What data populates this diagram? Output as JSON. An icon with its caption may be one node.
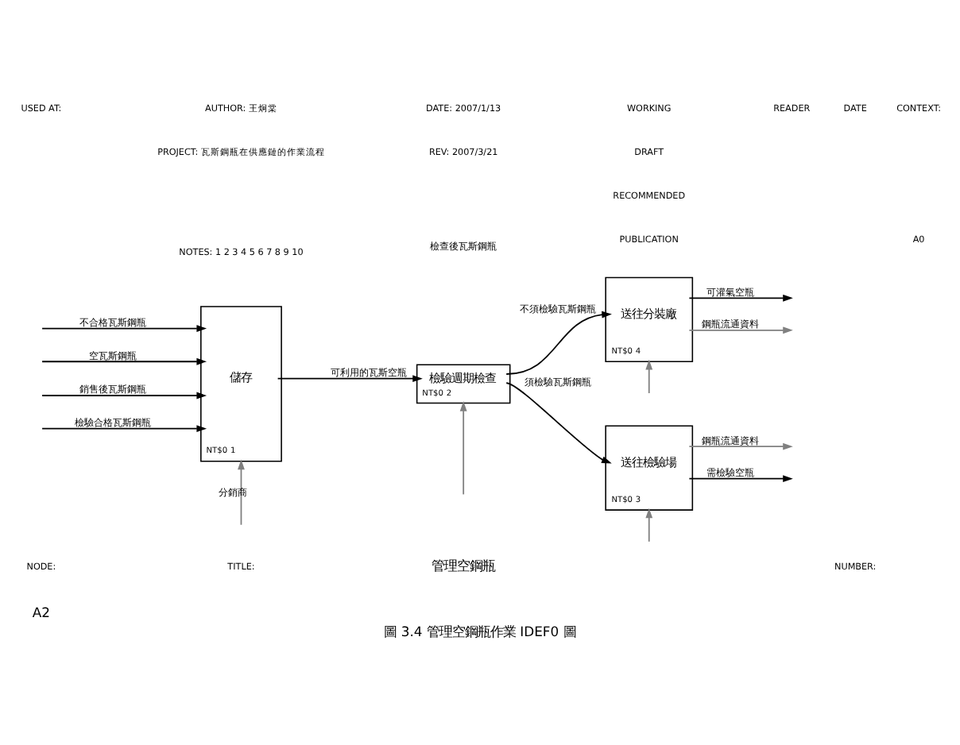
{
  "diagram": {
    "caption": "圖 3.4 管理空鋼瓶作業 IDEF0 圖",
    "nodes": [
      {
        "text": [
          "儲存",
          "NT$0",
          "1"
        ]
      },
      {
        "text": [
          "檢驗週期檢查",
          "NT$0",
          "2"
        ]
      },
      {
        "text": [
          "送往分裝廠",
          "NT$0",
          "4"
        ]
      },
      {
        "text": [
          "送往檢驗場",
          "NT$0",
          "3"
        ]
      }
    ],
    "edges": [
      {
        "from": null,
        "to": 0,
        "arrow": "to",
        "label": "不合格瓦斯鋼瓶"
      },
      {
        "from": null,
        "to": 0,
        "arrow": "to",
        "label": "空瓦斯鋼瓶"
      },
      {
        "from": null,
        "to": 0,
        "arrow": "to",
        "label": "銷售後瓦斯鋼瓶"
      },
      {
        "from": null,
        "to": 0,
        "arrow": "to",
        "label": "檢驗合格瓦斯鋼瓶"
      },
      {
        "from": 0,
        "to": 1,
        "arrow": "to",
        "label": "可利用的瓦斯空瓶"
      },
      {
        "from": 1,
        "to": 2,
        "arrow": "to",
        "label": "不須檢驗瓦斯鋼瓶"
      },
      {
        "from": 1,
        "to": 3,
        "arrow": "to",
        "label": "須檢驗瓦斯鋼瓶"
      },
      {
        "from": 2,
        "to": null,
        "arrow": "to",
        "label": "可灌氣空瓶"
      },
      {
        "from": 2,
        "to": null,
        "arrow": "to",
        "label": "鋼瓶流通資料",
        "color": "#808080"
      },
      {
        "from": 3,
        "to": null,
        "arrow": "to",
        "label": "鋼瓶流通資料",
        "color": "#808080"
      },
      {
        "from": 3,
        "to": null,
        "arrow": "to",
        "label": "需檢驗空瓶"
      },
      {
        "from": null,
        "to": 0,
        "arrow": "to",
        "label": "分銷商",
        "color": "#808080"
      },
      {
        "from": null,
        "to": 1,
        "arrow": "to",
        "color": "#808080"
      },
      {
        "from": null,
        "to": 3,
        "arrow": "to",
        "color": "#808080"
      },
      {
        "from": null,
        "to": 2,
        "arrow": "to",
        "color": "#808080"
      }
    ],
    "labels": [
      "USED AT:",
      "AUTHOR: 王炯棠",
      "DATE: 2007/1/13",
      "WORKING",
      "READER",
      "DATE",
      "CONTEXT:",
      "PROJECT: 瓦斯鋼瓶在供應鏈的作業流程",
      "REV: 2007/3/21",
      "DRAFT",
      "RECOMMENDED",
      "NOTES: 1 2 3 4 5 6 7 8 9 10",
      "PUBLICATION",
      "A0",
      "檢查後瓦斯鋼瓶",
      "NODE:",
      "A2",
      "TITLE:",
      "管理空鋼瓶",
      "NUMBER:"
    ]
  }
}
